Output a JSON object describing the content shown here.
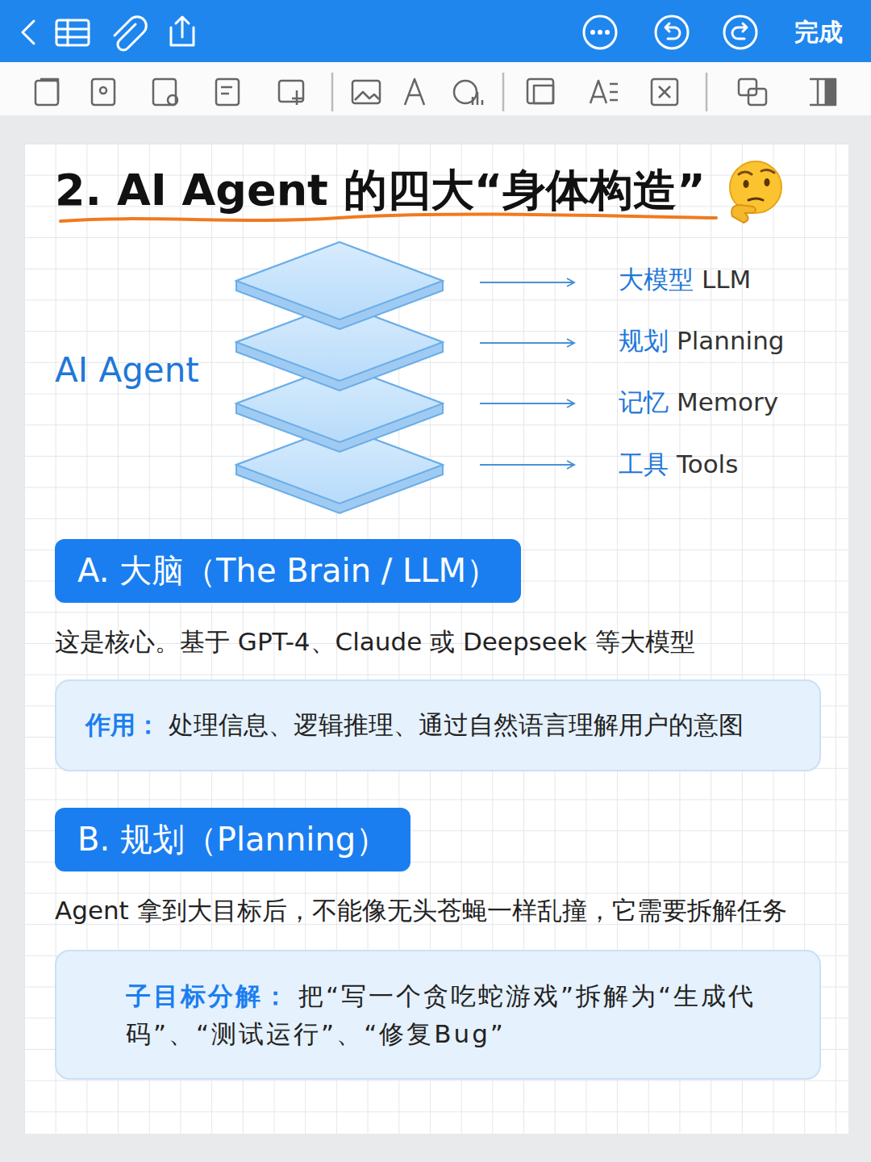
{
  "diagram": {
    "title": "2. AI Agent 的四大“身体构造”",
    "nodes": [
      {
        "text": [
          "A. 大脑（The Brain / LLM）"
        ]
      },
      {
        "text": [
          "作用：",
          "处理信息、逻辑推理、通过自然语言理解用户的意图"
        ]
      },
      {
        "text": [
          "B. 规划（Planning）"
        ]
      },
      {
        "text": [
          "子目标分解：",
          "把“写一个贪吃蛇游戏”拆解为“生成代码”、“测试运行”、“修复Bug”"
        ]
      }
    ],
    "labels": [
      "完成",
      "AI Agent",
      "大模型",
      "LLM",
      "规划",
      "Planning",
      "记忆",
      "Memory",
      "工具",
      "Tools",
      "这是核心。基于 GPT-4、Claude 或 Deepseek 等大模型",
      "Agent 拿到大目标后，不能像无头苍蝇一样乱撞，它需要拆解任务"
    ]
  }
}
